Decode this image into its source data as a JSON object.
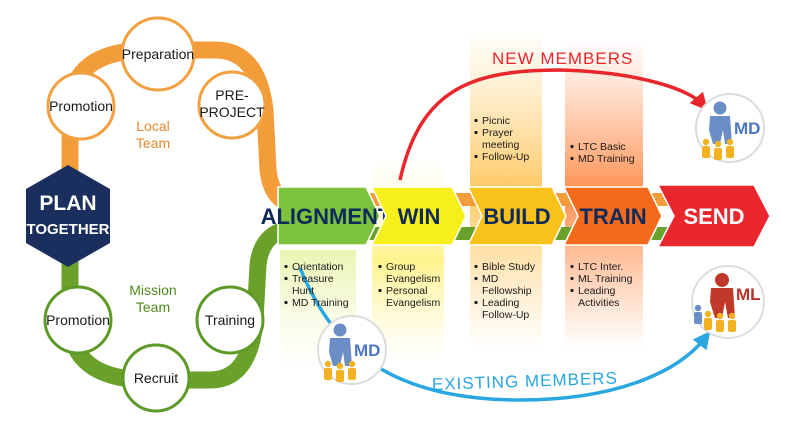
{
  "colors": {
    "orange_loop": "#f39c3a",
    "green_loop": "#6aa12a",
    "navy": "#1b2f5e",
    "red_arc": "#e8262c",
    "blue_arc": "#2aa6e0",
    "circle_border_orange": "#f2a040",
    "circle_border_green": "#5e9a28"
  },
  "hub": {
    "line1": "PLAN",
    "line2": "TOGETHER"
  },
  "local_team": {
    "label_line1": "Local",
    "label_line2": "Team",
    "circles": [
      {
        "id": "promotion",
        "label": "Promotion"
      },
      {
        "id": "preparation",
        "label": "Preparation"
      },
      {
        "id": "pre-project",
        "line1": "PRE-",
        "line2": "PROJECT"
      }
    ]
  },
  "mission_team": {
    "label_line1": "Mission",
    "label_line2": "Team",
    "circles": [
      {
        "id": "promotion",
        "label": "Promotion"
      },
      {
        "id": "recruit",
        "label": "Recruit"
      },
      {
        "id": "training",
        "label": "Training"
      }
    ]
  },
  "stages": [
    {
      "id": "alignment",
      "label": "ALIGNMENT",
      "fill": "#7cc23c",
      "text": "#0d2a5a",
      "above": [],
      "below": [
        "Orientation",
        "Treasure",
        "Hunt",
        "MD Training"
      ],
      "below_bullets": [
        true,
        true,
        false,
        true
      ]
    },
    {
      "id": "win",
      "label": "WIN",
      "fill": "#f7ef1a",
      "text": "#0d2a5a",
      "above": [],
      "below": [
        "Group",
        "Evangelism",
        "Personal",
        "Evangelism"
      ],
      "below_bullets": [
        true,
        false,
        true,
        false
      ]
    },
    {
      "id": "build",
      "label": "BUILD",
      "fill": "#f8c21a",
      "text": "#0d2a5a",
      "above": [
        "Picnic",
        "Prayer",
        "meeting",
        "Follow-Up"
      ],
      "above_bullets": [
        true,
        true,
        false,
        true
      ],
      "below": [
        "Bible Study",
        "MD",
        "Fellowship",
        "Leading",
        "Follow-Up"
      ],
      "below_bullets": [
        true,
        true,
        false,
        true,
        false
      ]
    },
    {
      "id": "train",
      "label": "TRAIN",
      "fill": "#f26b1d",
      "text": "#0d2a5a",
      "above": [
        "LTC Basic",
        "MD Training"
      ],
      "above_bullets": [
        true,
        true
      ],
      "below": [
        "LTC Inter.",
        "ML Training",
        "Leading",
        "Activities"
      ],
      "below_bullets": [
        true,
        true,
        true,
        false
      ]
    },
    {
      "id": "send",
      "label": "SEND",
      "fill": "#e8262c",
      "text": "#ffffff",
      "above": [],
      "below": []
    }
  ],
  "arcs": {
    "new_members": "NEW MEMBERS",
    "existing_members": "EXISTING MEMBERS"
  },
  "badges": [
    {
      "id": "md-top",
      "label": "MD"
    },
    {
      "id": "ml-right",
      "label": "ML"
    },
    {
      "id": "md-bottom",
      "label": "MD"
    }
  ]
}
